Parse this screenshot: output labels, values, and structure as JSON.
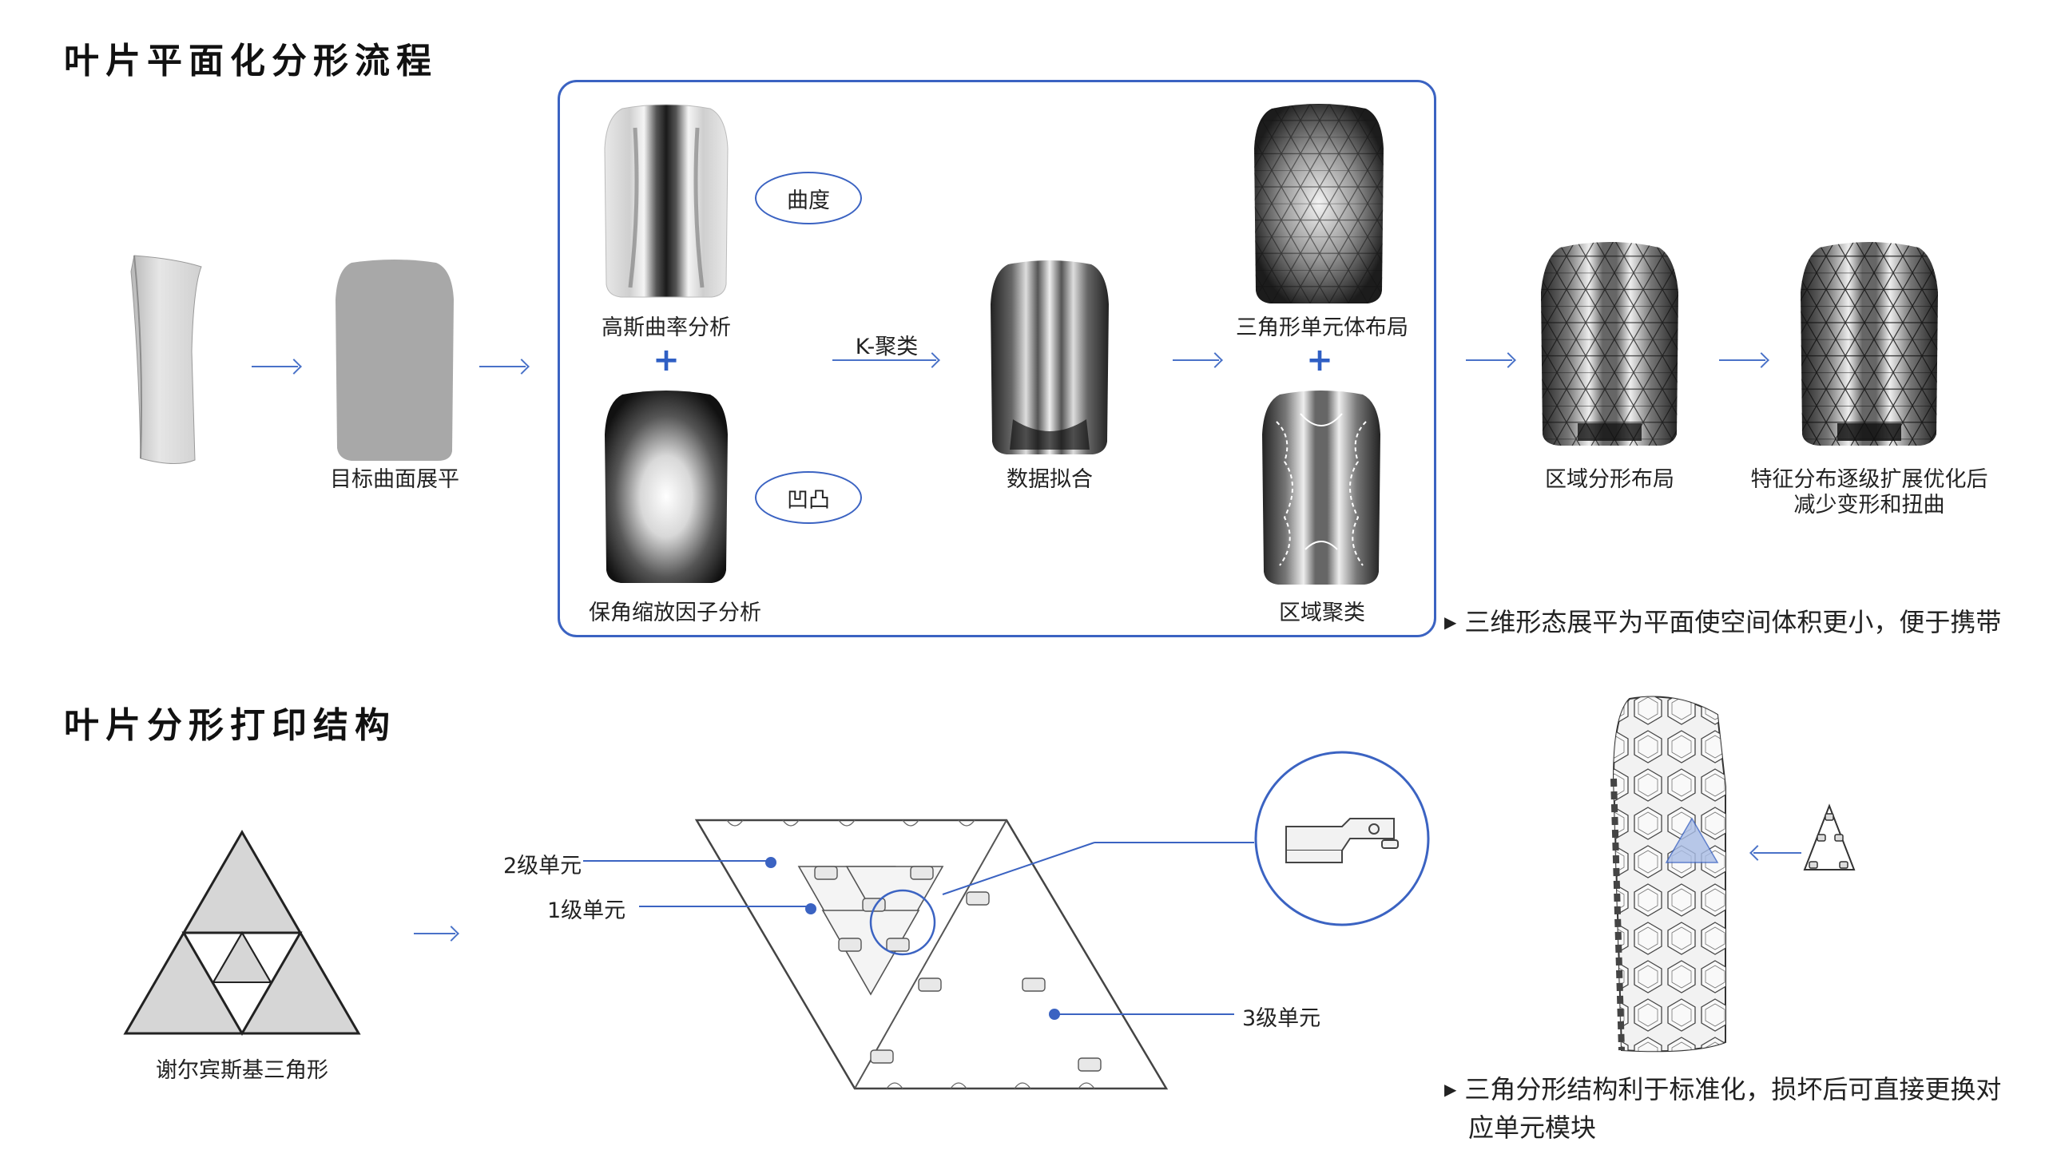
{
  "section1": {
    "title": "叶片平面化分形流程",
    "step_flatten": "目标曲面展平",
    "gauss": "高斯曲率分析",
    "curvature": "曲度",
    "conformal": "保角缩放因子分析",
    "convexity": "凹凸",
    "kmeans": "K-聚类",
    "fit": "数据拟合",
    "tri_layout": "三角形单元体布局",
    "region_cluster": "区域聚类",
    "region_layout": "区域分形布局",
    "optimized_line1": "特征分布逐级扩展优化后",
    "optimized_line2": "减少变形和扭曲",
    "plus": "+",
    "bullet": "三维形态展平为平面使空间体积更小，便于携带"
  },
  "section2": {
    "title": "叶片分形打印结构",
    "sierpinski": "谢尔宾斯基三角形",
    "level2": "2级单元",
    "level1": "1级单元",
    "level3": "3级单元",
    "bullet_line1": "三角分形结构利于标准化，损坏后可直接更换对",
    "bullet_line2": "应单元模块"
  },
  "colors": {
    "accent": "#3b63c2",
    "arrow": "#4a72c8"
  }
}
